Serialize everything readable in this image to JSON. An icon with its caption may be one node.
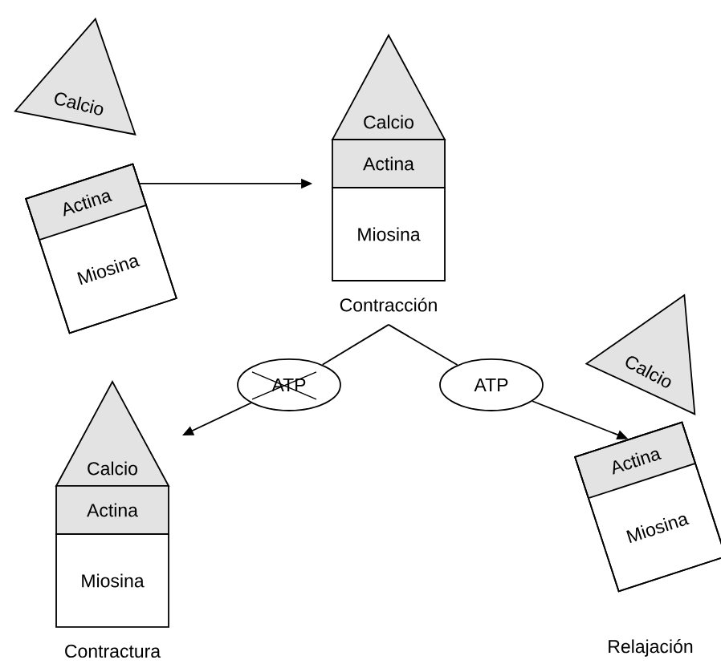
{
  "diagram": {
    "nodes": [
      {
        "text": [
          "Calcio"
        ]
      },
      {
        "text": [
          "Actina",
          "Miosina"
        ]
      },
      {
        "text": [
          "Calcio",
          "Actina",
          "Miosina"
        ],
        "beside": [
          "Contracción"
        ]
      },
      {
        "text": [
          "ATP"
        ]
      },
      {
        "text": [
          "ATP"
        ]
      },
      {
        "text": [
          "Calcio",
          "Actina",
          "Miosina"
        ],
        "beside": [
          "Contractura"
        ]
      },
      {
        "text": [
          "Calcio"
        ]
      },
      {
        "text": [
          "Actina",
          "Miosina"
        ],
        "beside": [
          "Relajación"
        ]
      }
    ],
    "edges": [
      {
        "from": 1,
        "to": 2,
        "arrow": "to"
      },
      {
        "from": 2,
        "to": 3,
        "arrow": "none"
      },
      {
        "from": 3,
        "to": 5,
        "arrow": "to"
      },
      {
        "from": 2,
        "to": 4,
        "arrow": "none"
      },
      {
        "from": 4,
        "to": 7,
        "arrow": "to"
      }
    ]
  }
}
